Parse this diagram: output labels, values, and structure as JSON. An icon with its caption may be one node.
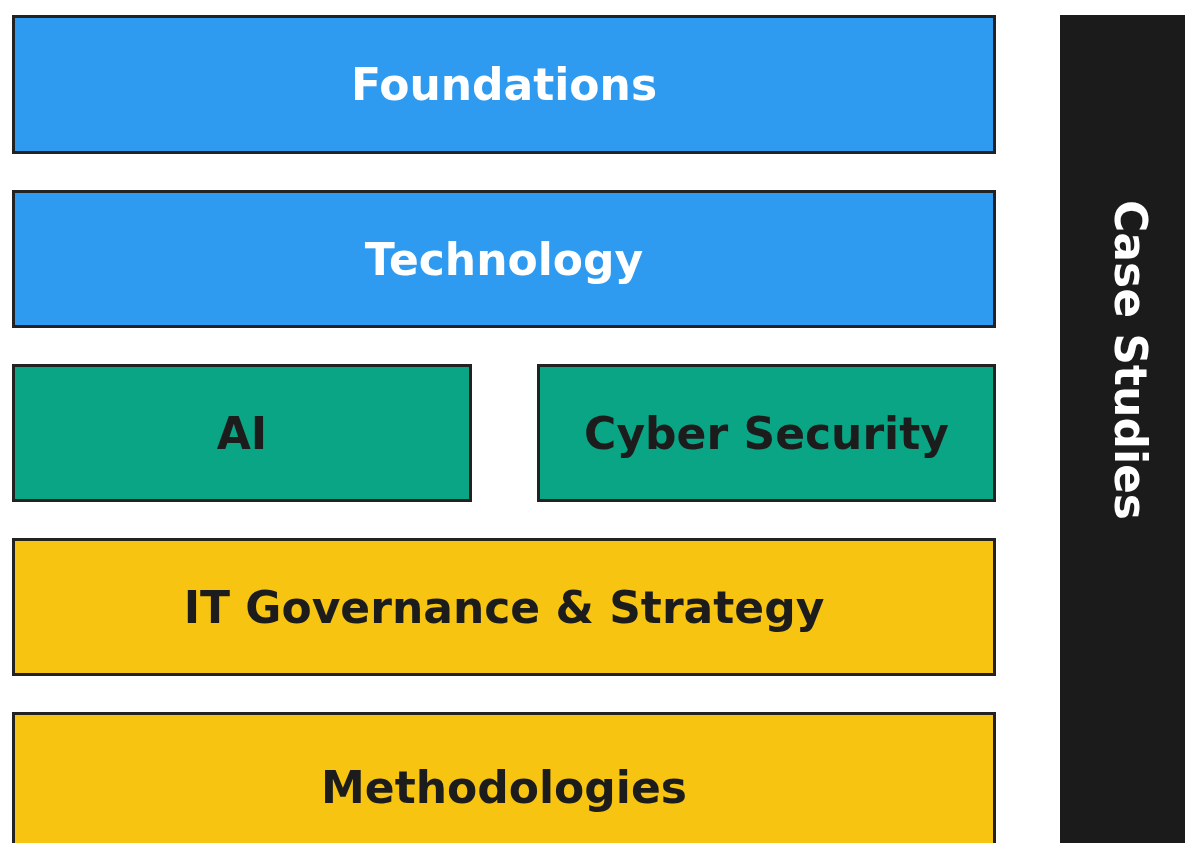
{
  "diagram": {
    "nodes": [
      {
        "text": [
          "Foundations"
        ]
      },
      {
        "text": [
          "Technology"
        ]
      },
      {
        "text": [
          "AI"
        ]
      },
      {
        "text": [
          "Cyber Security"
        ]
      },
      {
        "text": [
          "IT Governance & Strategy"
        ]
      },
      {
        "text": [
          "Methodologies"
        ]
      },
      {
        "text": [
          "Case Studies"
        ]
      }
    ]
  }
}
